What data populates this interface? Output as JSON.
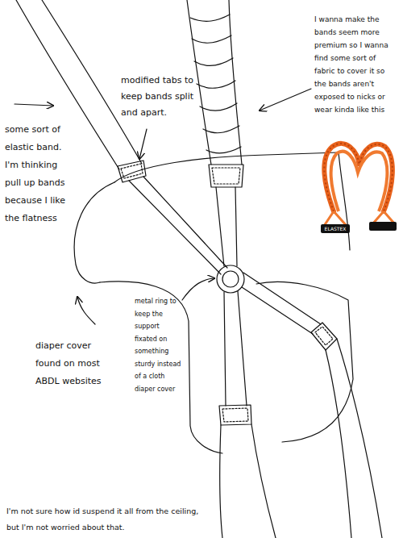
{
  "diagram": {
    "labels": [
      "I wanna make the bands seem more premium so I wanna find some sort of fabric to cover it so the bands aren't exposed to nicks or wear kinda like this",
      "modified tabs to keep bands split and apart.",
      "some sort of elastic band. I'm thinking pull up bands because I like the flatness",
      "ELASTEX",
      "metal ring to keep the support fixated on something sturdy instead of a cloth diaper cover",
      "diaper cover found on most ABDL websites",
      "I'm not sure how id suspend it all from the ceiling, but I'm not worried about that."
    ]
  }
}
